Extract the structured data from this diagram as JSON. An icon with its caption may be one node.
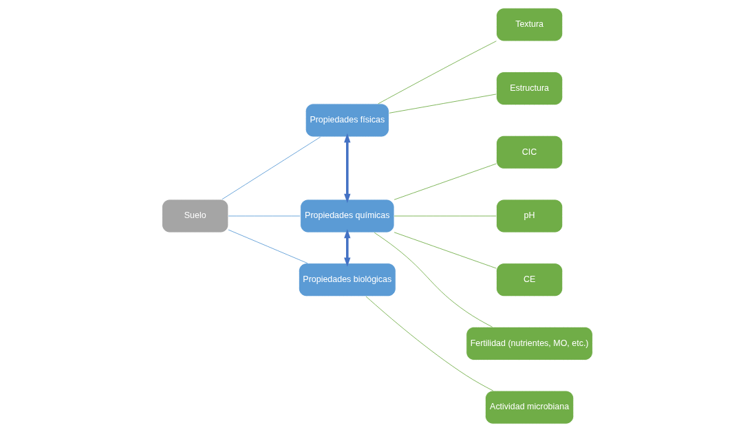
{
  "diagram": {
    "nodes": [
      {
        "text": [
          "Suelo"
        ]
      },
      {
        "text": [
          "Propiedades físicas"
        ]
      },
      {
        "text": [
          "Propiedades químicas"
        ]
      },
      {
        "text": [
          "Propiedades biológicas"
        ]
      },
      {
        "text": [
          "Textura"
        ]
      },
      {
        "text": [
          "Estructura"
        ]
      },
      {
        "text": [
          "CIC"
        ]
      },
      {
        "text": [
          "pH"
        ]
      },
      {
        "text": [
          "CE"
        ]
      },
      {
        "text": [
          "Fertilidad (nutrientes, MO, etc.)"
        ]
      },
      {
        "text": [
          "Actividad microbiana"
        ]
      }
    ],
    "edges": [
      {
        "from": 0,
        "to": 1,
        "arrow": "none",
        "color": "#5b9bd5"
      },
      {
        "from": 0,
        "to": 2,
        "arrow": "none",
        "color": "#5b9bd5"
      },
      {
        "from": 0,
        "to": 3,
        "arrow": "none",
        "color": "#5b9bd5"
      },
      {
        "from": 1,
        "to": 2,
        "arrow": "both",
        "style": "thick",
        "color": "#4472c4"
      },
      {
        "from": 2,
        "to": 3,
        "arrow": "both",
        "style": "thick",
        "color": "#4472c4"
      },
      {
        "from": 1,
        "to": 4,
        "arrow": "none"
      },
      {
        "from": 1,
        "to": 5,
        "arrow": "none"
      },
      {
        "from": 2,
        "to": 6,
        "arrow": "none"
      },
      {
        "from": 2,
        "to": 7,
        "arrow": "none"
      },
      {
        "from": 2,
        "to": 8,
        "arrow": "none"
      },
      {
        "from": 2,
        "to": 9,
        "arrow": "none"
      },
      {
        "from": 3,
        "to": 10,
        "arrow": "none"
      }
    ]
  }
}
